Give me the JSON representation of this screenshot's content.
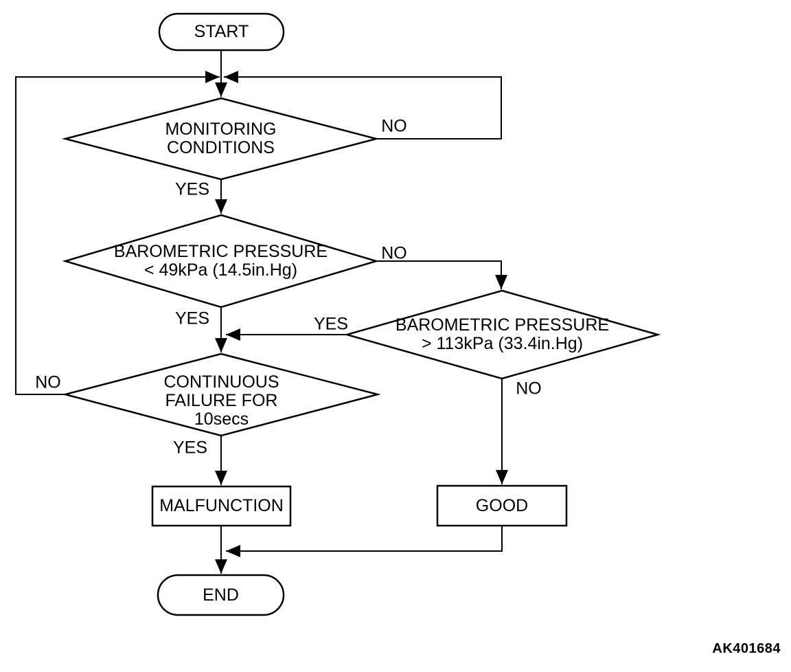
{
  "figure": {
    "code": "AK401684",
    "background": "#ffffff",
    "line_color": "#000000"
  },
  "nodes": {
    "start": {
      "label": "START"
    },
    "monitoring": {
      "line1": "MONITORING",
      "line2": "CONDITIONS"
    },
    "baro_low": {
      "line1": "BAROMETRIC PRESSURE",
      "line2": "< 49kPa (14.5in.Hg)"
    },
    "baro_high": {
      "line1": "BAROMETRIC PRESSURE",
      "line2": "> 113kPa (33.4in.Hg)"
    },
    "continuous_failure": {
      "line1": "CONTINUOUS",
      "line2": "FAILURE FOR",
      "line3": "10secs"
    },
    "malfunction": {
      "label": "MALFUNCTION"
    },
    "good": {
      "label": "GOOD"
    },
    "end": {
      "label": "END"
    }
  },
  "edges": {
    "monitoring_yes": "YES",
    "monitoring_no": "NO",
    "baro_low_yes": "YES",
    "baro_low_no": "NO",
    "baro_high_yes": "YES",
    "baro_high_no": "NO",
    "continuous_yes": "YES",
    "continuous_no": "NO"
  }
}
